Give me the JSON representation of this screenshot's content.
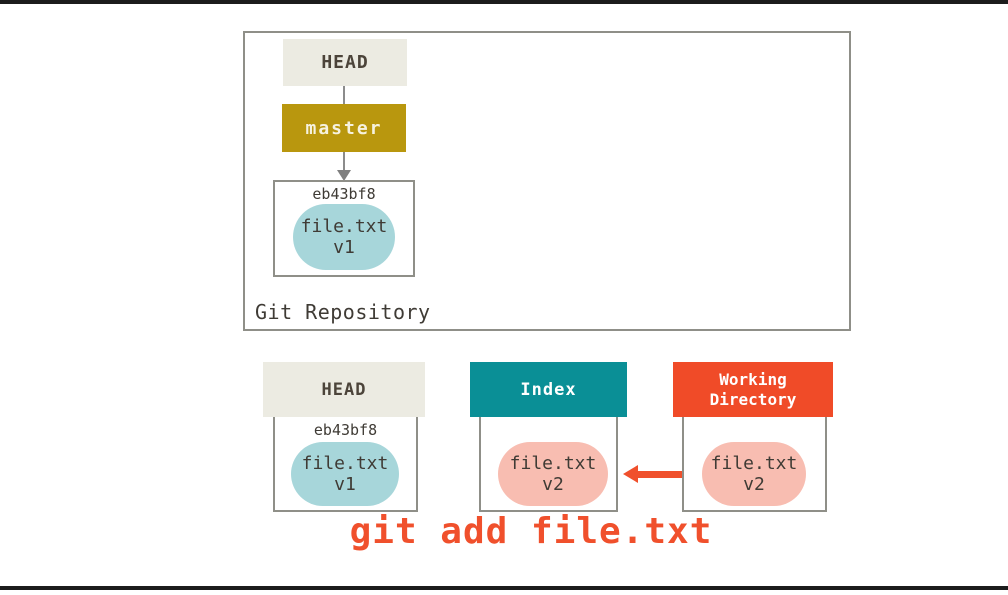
{
  "colors": {
    "frame": "#1c1c1c",
    "border_gray": "#8f8f88",
    "line_gray": "#8c8c8c",
    "arrow_gray": "#7f7f7f",
    "beige": "#ecebe2",
    "beige_text": "#4c443a",
    "gold": "#b9970e",
    "gold_text": "#f6f2df",
    "teal": "#0a8f96",
    "orange": "#f04b28",
    "red": "#f0502c",
    "blue_blob": "#a7d6da",
    "pink_blob": "#f8bdb1",
    "dark_text": "#3f3b35"
  },
  "repository": {
    "label": "Git Repository",
    "head_label": "HEAD",
    "branch_label": "master",
    "commit": {
      "hash": "eb43bf8",
      "file_name": "file.txt",
      "version": "v1"
    }
  },
  "snapshot": {
    "columns": [
      {
        "header": "HEAD",
        "hash": "eb43bf8",
        "file_name": "file.txt",
        "version": "v1"
      },
      {
        "header": "Index",
        "file_name": "file.txt",
        "version": "v2"
      },
      {
        "header": "Working Directory",
        "file_name": "file.txt",
        "version": "v2"
      }
    ],
    "command": "git add file.txt"
  }
}
